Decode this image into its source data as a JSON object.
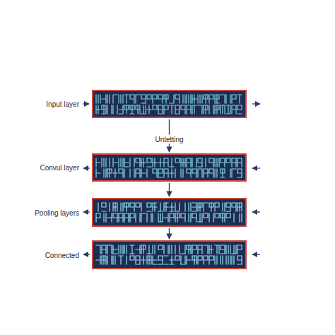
{
  "diagram": {
    "nodes": [
      {
        "text": [
          "Input layer"
        ]
      },
      {
        "text": [
          "Convul layer"
        ]
      },
      {
        "text": [
          "Pooling layers"
        ]
      },
      {
        "text": [
          "Connected"
        ]
      }
    ],
    "edges": [
      {
        "from": 0,
        "to": 1,
        "arrow": "to",
        "label": "Untetting"
      },
      {
        "from": 1,
        "to": 2,
        "arrow": "to"
      },
      {
        "from": 2,
        "to": 3,
        "arrow": "to"
      }
    ]
  }
}
